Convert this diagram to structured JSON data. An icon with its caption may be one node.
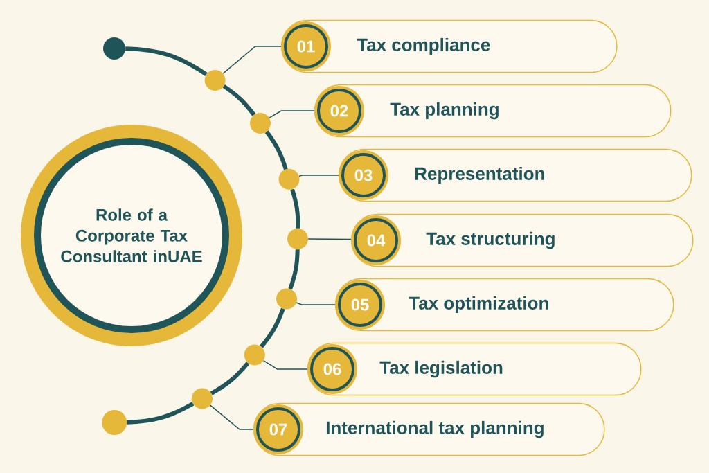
{
  "diagram": {
    "nodes": [
      {
        "text": [
          "Role of a Corporate Tax Consultant inUAE"
        ]
      },
      {
        "text": [],
        "shape": "circle"
      },
      {
        "text": [],
        "shape": "circle"
      },
      {
        "text": [],
        "shape": "circle"
      },
      {
        "text": [],
        "shape": "circle"
      },
      {
        "text": [],
        "shape": "circle"
      },
      {
        "text": [],
        "shape": "circle"
      },
      {
        "text": [],
        "shape": "circle"
      },
      {
        "text": [],
        "shape": "circle"
      },
      {
        "text": [],
        "shape": "circle"
      },
      {
        "text": [
          "01",
          "Tax compliance"
        ]
      },
      {
        "text": [
          "02",
          "Tax planning"
        ]
      },
      {
        "text": [
          "03",
          "Representation"
        ]
      },
      {
        "text": [
          "04",
          "Tax structuring"
        ]
      },
      {
        "text": [
          "05",
          "Tax optimization"
        ]
      },
      {
        "text": [
          "06",
          "Tax legislation"
        ]
      },
      {
        "text": [
          "07",
          "International tax planning"
        ]
      }
    ],
    "edges": [
      {
        "from": 1,
        "to": 2,
        "arrow": "none"
      },
      {
        "from": 2,
        "to": 3,
        "arrow": "none"
      },
      {
        "from": 3,
        "to": 4,
        "arrow": "none"
      },
      {
        "from": 4,
        "to": 5,
        "arrow": "none"
      },
      {
        "from": 5,
        "to": 6,
        "arrow": "none"
      },
      {
        "from": 6,
        "to": 7,
        "arrow": "none"
      },
      {
        "from": 7,
        "to": 8,
        "arrow": "none"
      },
      {
        "from": 8,
        "to": 9,
        "arrow": "none"
      },
      {
        "from": 2,
        "to": 10,
        "arrow": "none"
      },
      {
        "from": 3,
        "to": 11,
        "arrow": "none"
      },
      {
        "from": 4,
        "to": 12,
        "arrow": "none"
      },
      {
        "from": 5,
        "to": 13,
        "arrow": "none"
      },
      {
        "from": 6,
        "to": 14,
        "arrow": "none"
      },
      {
        "from": 7,
        "to": 15,
        "arrow": "none"
      },
      {
        "from": 8,
        "to": 16,
        "arrow": "none"
      }
    ]
  }
}
